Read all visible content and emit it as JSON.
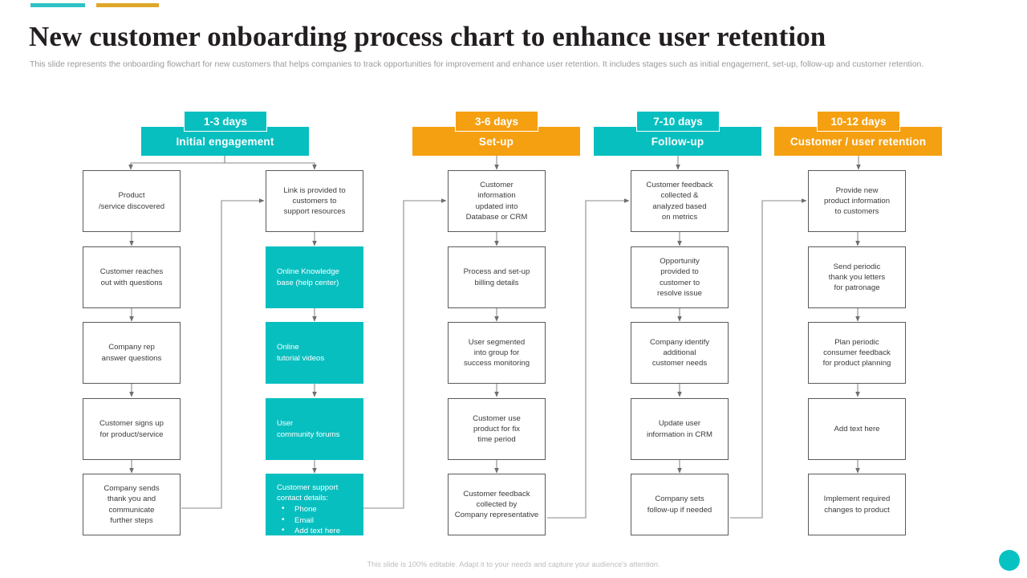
{
  "header": {
    "title": "New customer  onboarding process chart to enhance user retention",
    "subtitle": "This slide represents the onboarding flowchart for new customers that helps companies to track opportunities for improvement and enhance user retention. It includes stages such as initial engagement, set-up, follow-up and customer retention.",
    "accent_teal": "#2ec3c4",
    "accent_gold": "#dfa72a"
  },
  "colors": {
    "teal": "#08bfc0",
    "amber": "#f5a011",
    "node_border": "#5a5a5a",
    "wire": "#808080",
    "text": "#3b3b3b"
  },
  "chart_data": {
    "type": "diagram",
    "title": "New customer onboarding process chart",
    "stages": [
      {
        "id": "initial-engagement",
        "badge": "1-3 days",
        "label": "Initial engagement",
        "color": "#08bfc0",
        "nodes": [
          "Product\n/service discovered",
          "Customer reaches\nout with questions",
          "Company rep\nanswer questions",
          "Customer signs up\nfor product/service",
          "Company sends\nthank you and\ncommunicate\nfurther steps",
          "Link  is provided to\ncustomers to\nsupport resources",
          "Online Knowledge\nbase (help center)",
          "Online\ntutorial videos",
          "User\ncommunity  forums"
        ],
        "bullet_node": {
          "heading": "Customer support\ncontact details:",
          "items": [
            "Phone",
            "Email",
            "Add text here"
          ]
        }
      },
      {
        "id": "set-up",
        "badge": "3-6 days",
        "label": "Set-up",
        "color": "#f5a011",
        "nodes": [
          "Customer\ninformation\nupdated into\nDatabase or CRM",
          "Process and set-up\nbilling details",
          "User segmented\ninto group for\nsuccess monitoring",
          "Customer use\nproduct for fix\ntime period",
          "Customer feedback\ncollected by\nCompany representative"
        ]
      },
      {
        "id": "follow-up",
        "badge": "7-10 days",
        "label": "Follow-up",
        "color": "#08bfc0",
        "nodes": [
          "Customer feedback\ncollected &\nanalyzed based\non metrics",
          "Opportunity\nprovided to\ncustomer to\nresolve issue",
          "Company identify\nadditional\ncustomer needs",
          "Update user\ninformation in CRM",
          "Company sets\nfollow-up if needed"
        ]
      },
      {
        "id": "customer-user-retention",
        "badge": "10-12 days",
        "label": "Customer / user retention",
        "color": "#f5a011",
        "nodes": [
          "Provide new\nproduct information\nto customers",
          "Send periodic\nthank you letters\nfor patronage",
          "Plan  periodic\nconsumer feedback\nfor product planning",
          "Add text here",
          "Implement  required\nchanges to product"
        ]
      }
    ]
  },
  "footer": {
    "note": "This slide is 100% editable. Adapt it to your needs and capture your audience's attention."
  }
}
